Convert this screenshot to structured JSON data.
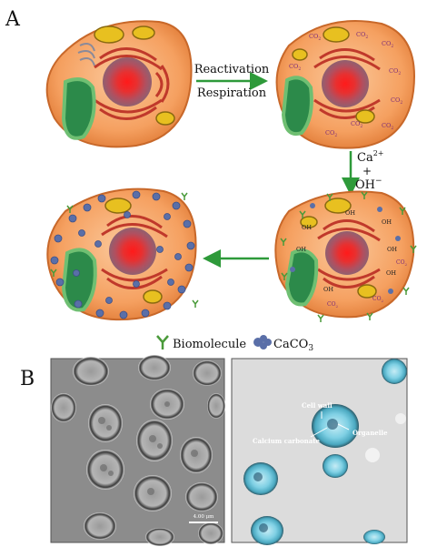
{
  "panels": {
    "a_label": "A",
    "b_label": "B"
  },
  "arrows": {
    "step1_top": "Reactivation",
    "step1_bottom": "Respiration",
    "step2_ca": "Ca",
    "step2_ca_sup": "2+",
    "step2_plus": "+",
    "step2_oh": "OH",
    "step2_oh_sup": "−"
  },
  "cell_labels": {
    "co2": "CO",
    "co2_sub": "2",
    "oh": "OH"
  },
  "legend": {
    "biomolecule": "Biomolecule",
    "caco3": "CaCO",
    "caco3_sub": "3"
  },
  "micrograph": {
    "scale_bar": "4.00 μm",
    "cell_wall": "Cell wall",
    "calcium_carbonate": "Calcium carbonate",
    "organelle": "Organelle"
  },
  "colors": {
    "arrow_green": "#2e9a3a",
    "cell_orange": "#f5a060",
    "nucleus_red": "#e82020",
    "caco3_blue": "#5a6fa8",
    "chloroplast_green": "#2c8a4a"
  }
}
